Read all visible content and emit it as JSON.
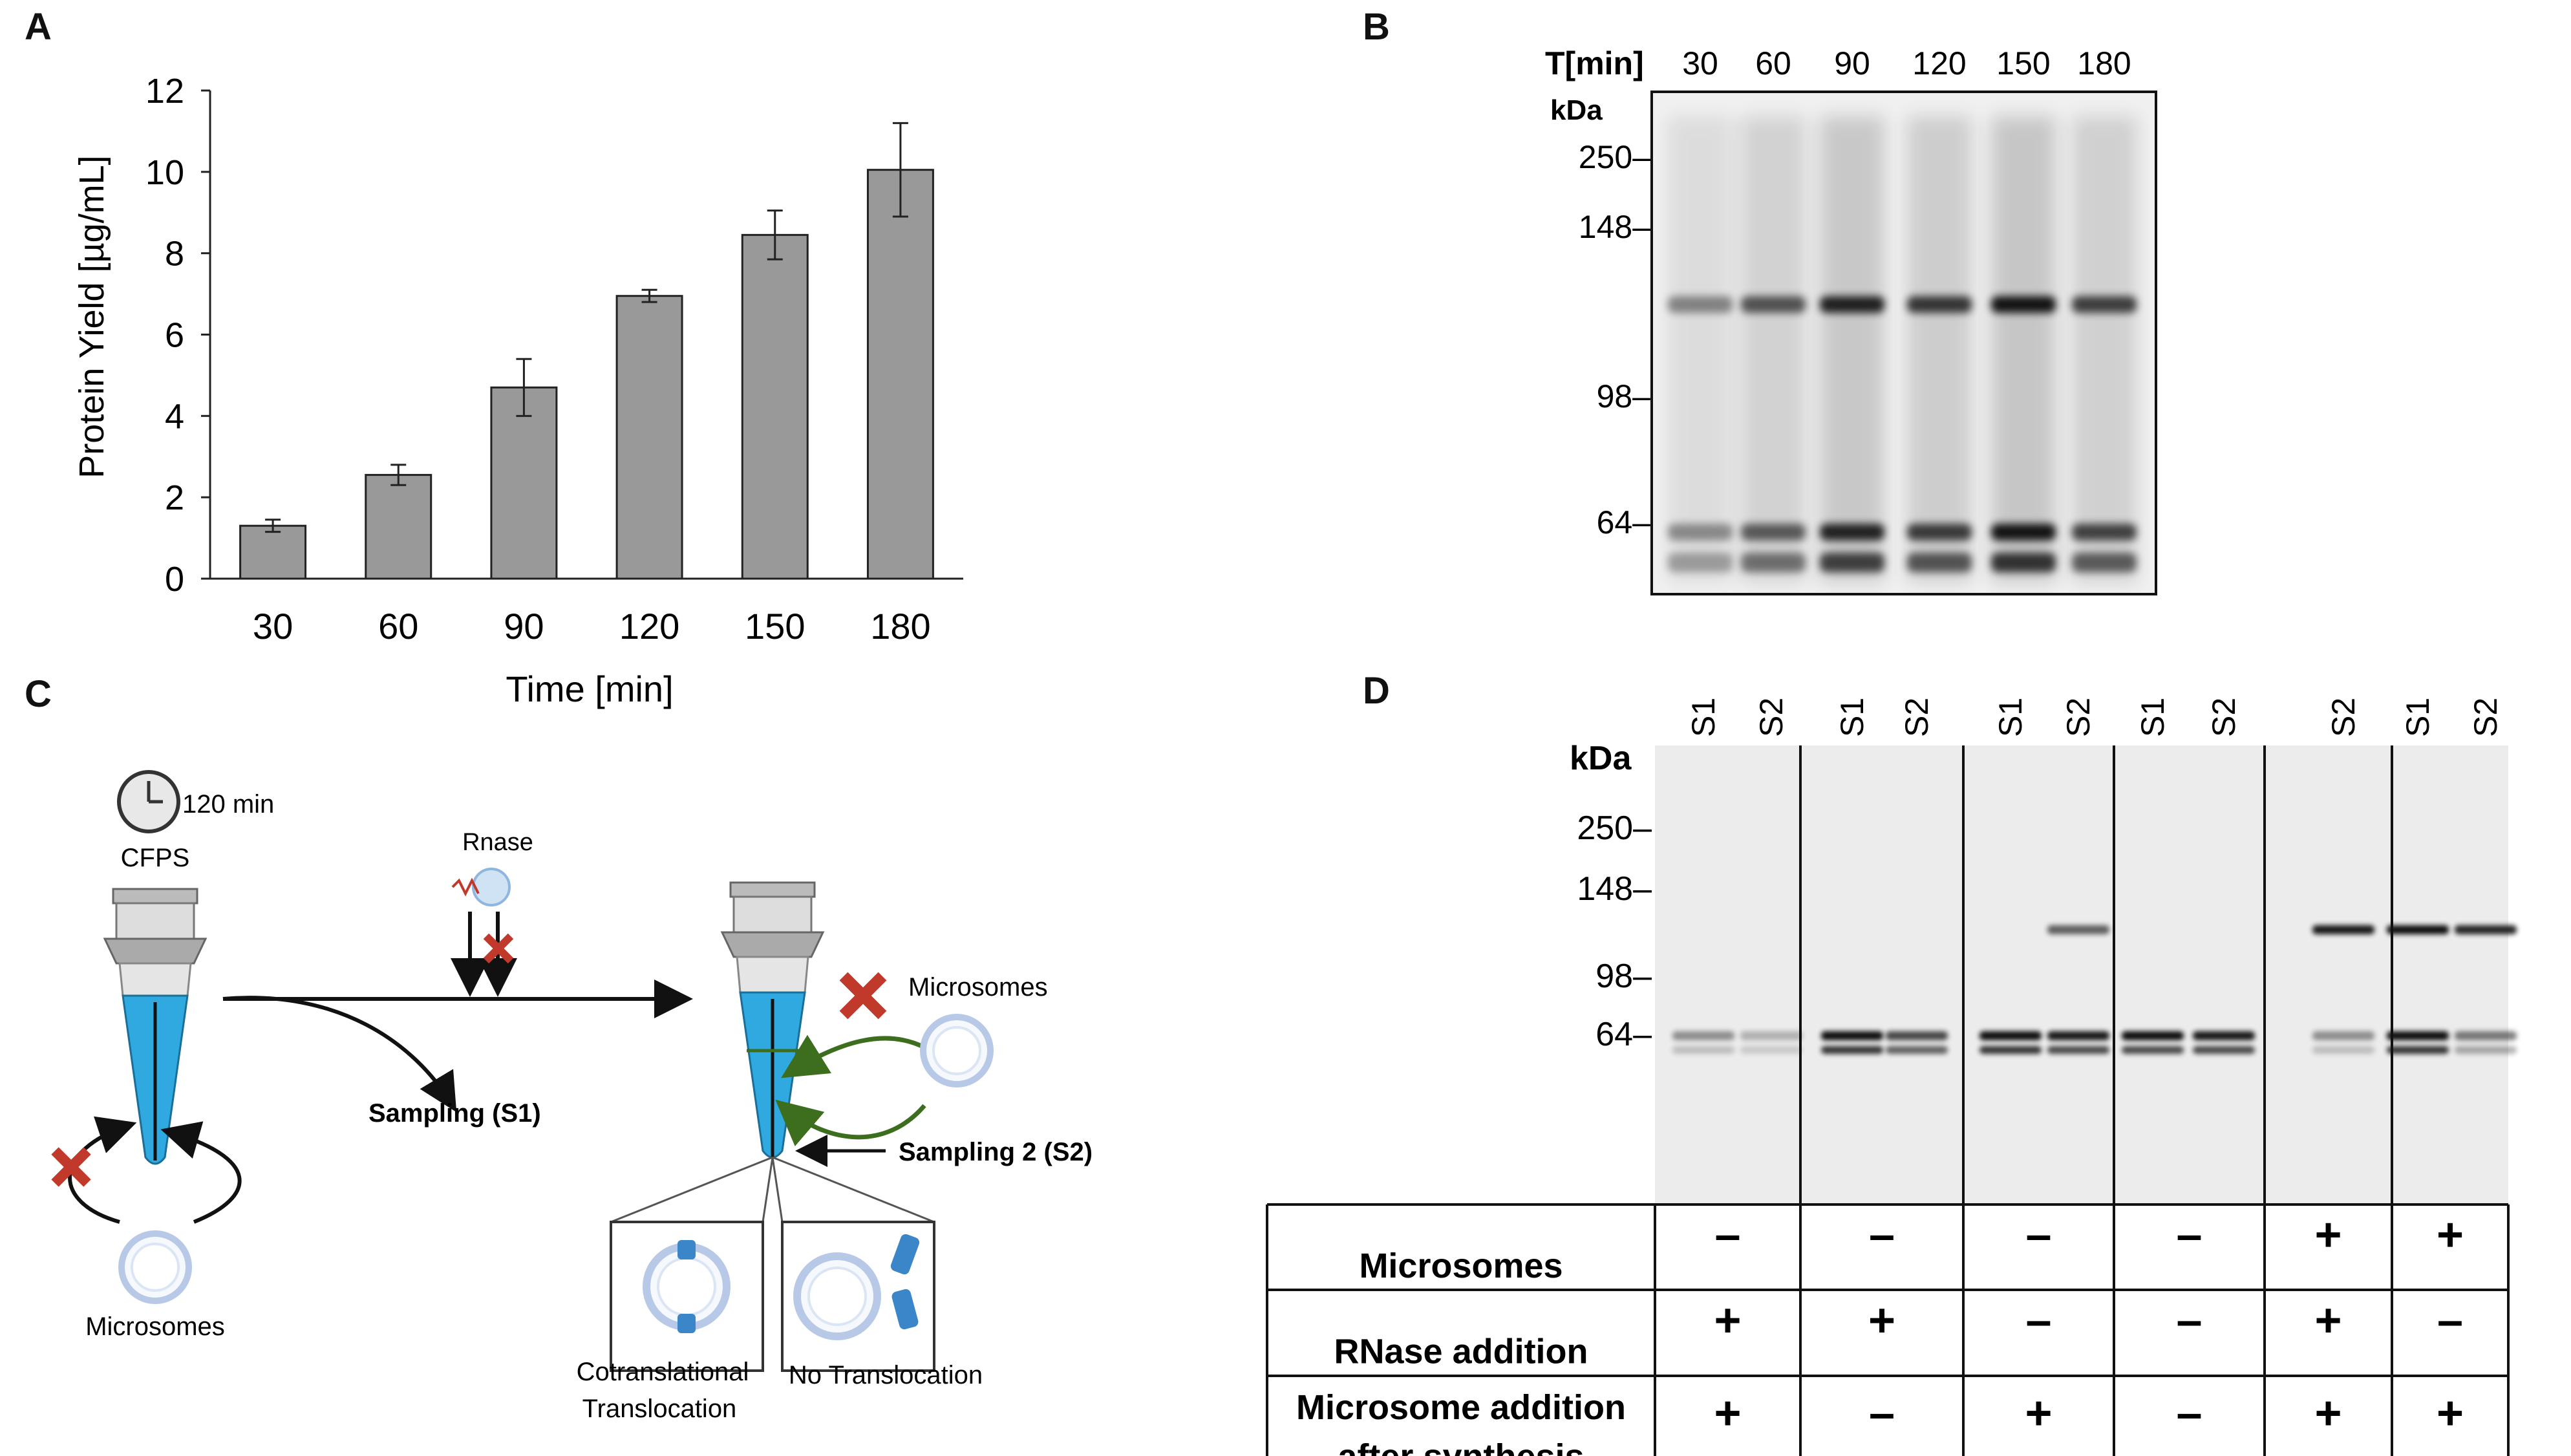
{
  "panels": {
    "a": "A",
    "b": "B",
    "c": "C",
    "d": "D"
  },
  "colors": {
    "bar": "#999999",
    "bar_stroke": "#222222",
    "tube_liquid": "#2fa9e0",
    "arrow_green": "#3c6e1e",
    "cross_red": "#c0392b",
    "gel_bg": "#ececec"
  },
  "chart_data": [
    {
      "type": "bar",
      "categories": [
        "30",
        "60",
        "90",
        "120",
        "150",
        "180"
      ],
      "values": [
        1.3,
        2.55,
        4.7,
        6.95,
        8.45,
        10.05
      ],
      "error": [
        0.15,
        0.25,
        0.7,
        0.15,
        0.6,
        1.15
      ],
      "title": "",
      "xlabel": "Time [min]",
      "ylabel": "Protein Yield [µg/mL]",
      "ylim": [
        0,
        12
      ],
      "yticks": [
        "0",
        "2",
        "4",
        "6",
        "8",
        "10",
        "12"
      ],
      "grid": false
    }
  ],
  "gel_b": {
    "header_label": "T[min]",
    "lanes": [
      "30",
      "60",
      "90",
      "120",
      "150",
      "180"
    ],
    "kda_label": "kDa",
    "markers": [
      "250–",
      "148–",
      "98–",
      "64–"
    ]
  },
  "diagram_c": {
    "clock_label": "120 min",
    "cfps": "CFPS",
    "rnase": "Rnase",
    "sampling1": "Sampling (S1)",
    "sampling2": "Sampling 2 (S2)",
    "microsomes_left": "Microsomes",
    "microsomes_right": "Microsomes",
    "cotrans_line1": "Cotranslational",
    "cotrans_line2": "Translocation",
    "notrans": "No Translocation"
  },
  "gel_d": {
    "kda_label": "kDa",
    "lanes": [
      "S1",
      "S2",
      "S1",
      "S2",
      "S1",
      "S2",
      "S1",
      "S2",
      "S2",
      "S1",
      "S2"
    ],
    "markers": [
      "250–",
      "148–",
      "98–",
      "64–"
    ],
    "rows": [
      {
        "label": "Microsomes",
        "signs": [
          "–",
          "–",
          "–",
          "–",
          "+",
          "+"
        ]
      },
      {
        "label": "RNase addition",
        "signs": [
          "+",
          "+",
          "–",
          "–",
          "+",
          "–"
        ]
      },
      {
        "label_line1": "Microsome addition",
        "label_line2": "after synthesis",
        "signs": [
          "+",
          "–",
          "+",
          "–",
          "+",
          "+"
        ]
      }
    ]
  }
}
